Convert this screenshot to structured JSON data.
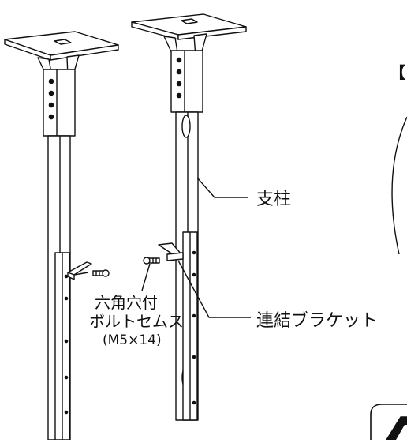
{
  "labels": {
    "pillar": "支柱",
    "bracket_part": "連結ブラケット",
    "bolt_line1": "六角穴付",
    "bolt_line2": "ボルトセムス",
    "bolt_spec": "(M5×14)",
    "corner_bracket": "【"
  },
  "icons": {
    "warning": "warning-triangle-icon"
  }
}
